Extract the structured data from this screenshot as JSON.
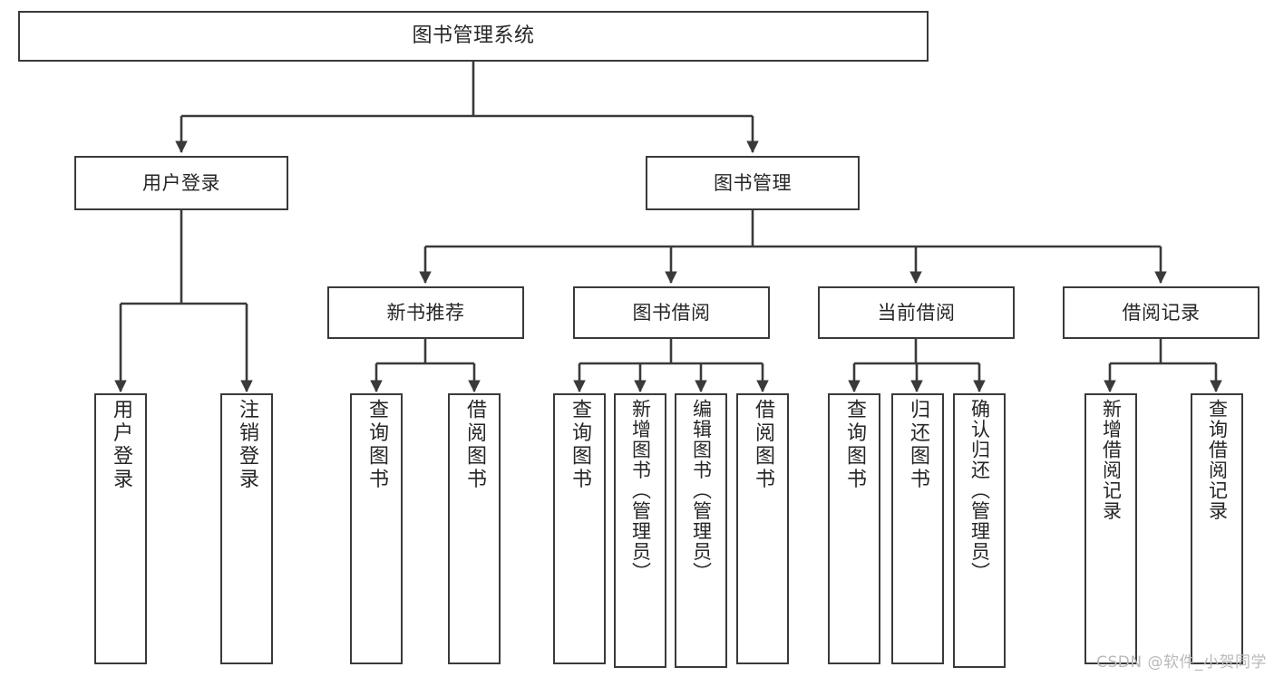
{
  "diagram": {
    "title": "图书管理系统",
    "watermark": "CSDN @软件_小贺同学",
    "edge_color": "#3a3a3a",
    "box_border_color": "#3a3a3a",
    "text_color": "#262626",
    "background": "#ffffff",
    "root": {
      "label": "图书管理系统"
    },
    "level2": [
      {
        "label": "用户登录"
      },
      {
        "label": "图书管理"
      }
    ],
    "level3": [
      {
        "label": "新书推荐"
      },
      {
        "label": "图书借阅"
      },
      {
        "label": "当前借阅"
      },
      {
        "label": "借阅记录"
      }
    ],
    "leaves": {
      "user_login": [
        {
          "label": "用户登录"
        },
        {
          "label": "注销登录"
        }
      ],
      "new_book_recommend": [
        {
          "label": "查询图书"
        },
        {
          "label": "借阅图书"
        }
      ],
      "book_borrow": [
        {
          "label": "查询图书"
        },
        {
          "label": "新增图书（管理员）"
        },
        {
          "label": "编辑图书（管理员）"
        },
        {
          "label": "借阅图书"
        }
      ],
      "current_borrow": [
        {
          "label": "查询图书"
        },
        {
          "label": "归还图书"
        },
        {
          "label": "确认归还（管理员）"
        }
      ],
      "borrow_record": [
        {
          "label": "新增借阅记录"
        },
        {
          "label": "查询借阅记录"
        }
      ]
    }
  }
}
